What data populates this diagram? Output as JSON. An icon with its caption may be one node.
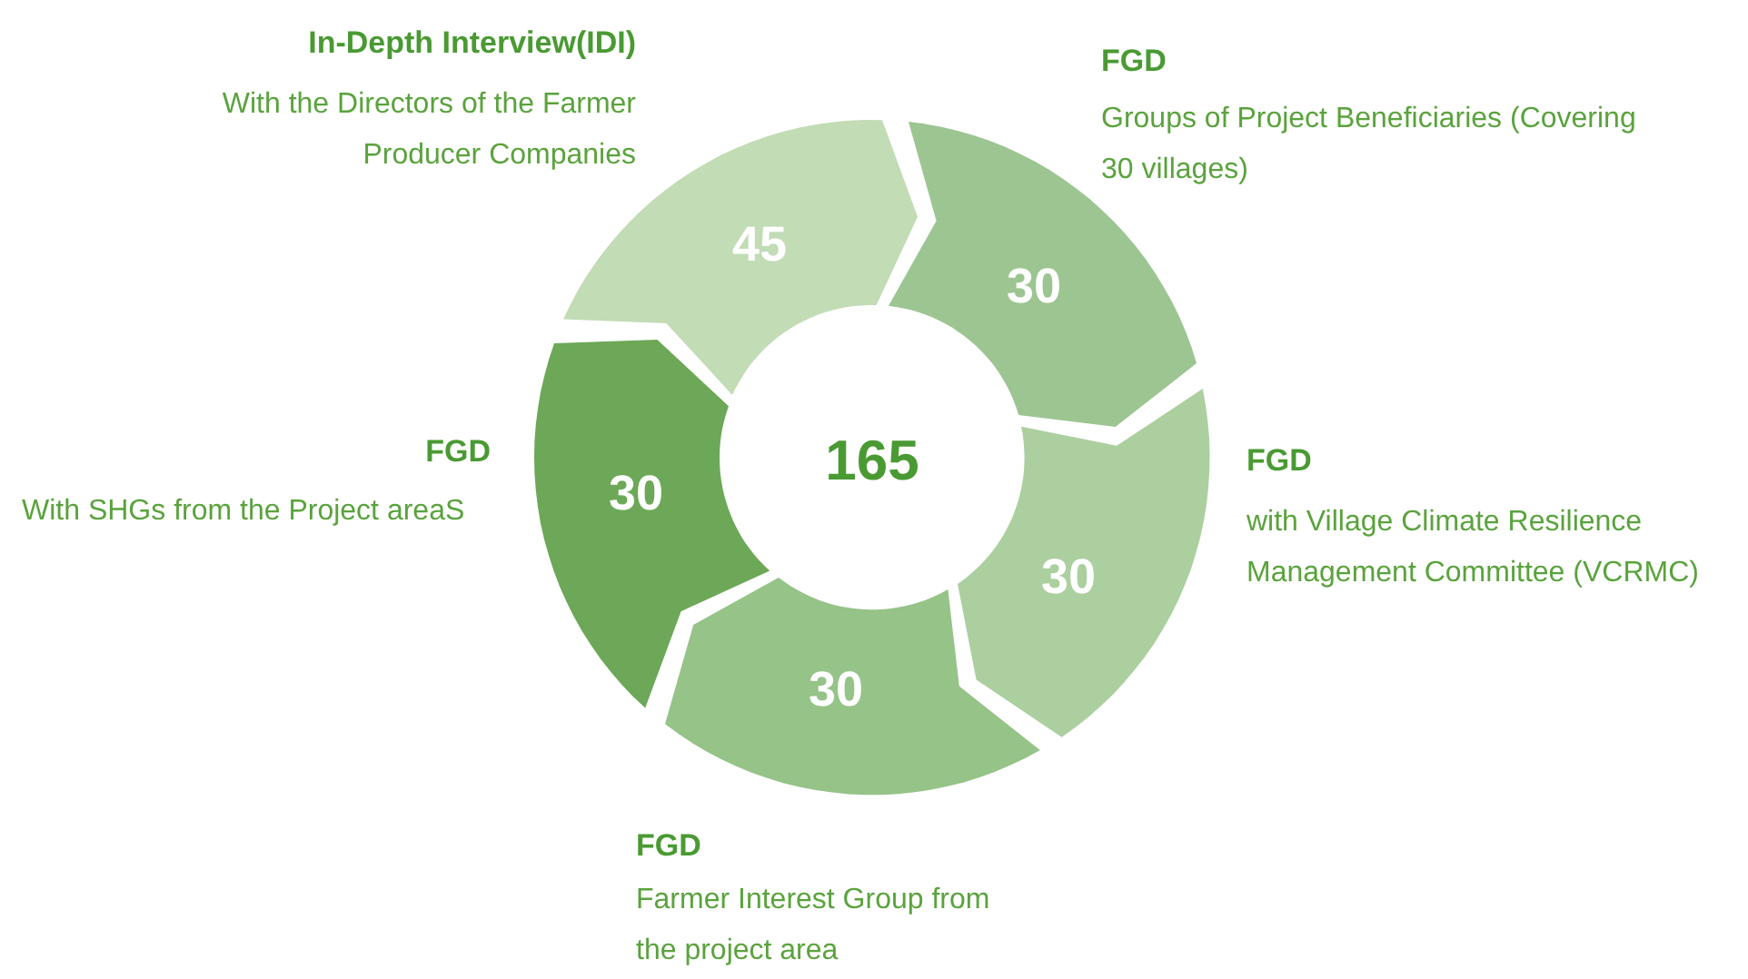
{
  "diagram": {
    "nodes": [
      {
        "text": [
          "45"
        ],
        "beside": [
          "In-Depth Interview(IDI)",
          "With the Directors of the Farmer Producer Companies"
        ]
      },
      {
        "text": [
          "30"
        ],
        "beside": [
          "FGD",
          "Groups of Project Beneficiaries (Covering 30 villages)"
        ]
      },
      {
        "text": [
          "30"
        ],
        "beside": [
          "FGD",
          "With SHGs from the Project areaS"
        ]
      },
      {
        "text": [
          "30"
        ],
        "beside": [
          "FGD",
          "with Village Climate Resilience Management Committee (VCRMC)"
        ]
      },
      {
        "text": [
          "30"
        ],
        "beside": [
          "FGD",
          "Farmer Interest Group from the project area"
        ]
      }
    ],
    "labels": [
      "165"
    ]
  }
}
